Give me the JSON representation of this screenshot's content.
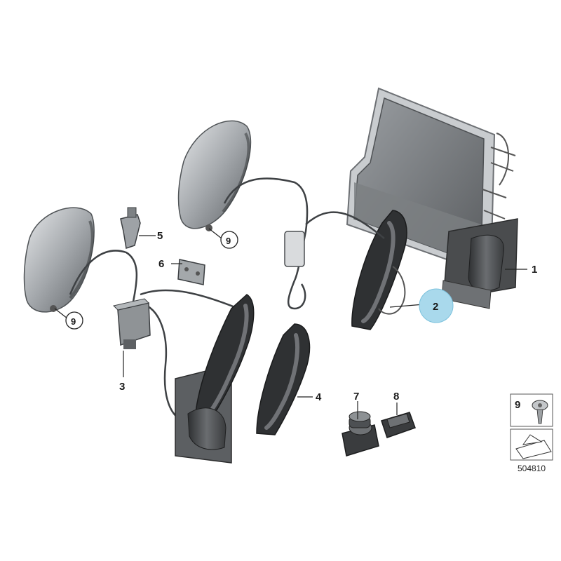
{
  "callouts": [
    {
      "id": "1",
      "label": "1"
    },
    {
      "id": "2",
      "label": "2"
    },
    {
      "id": "3",
      "label": "3"
    },
    {
      "id": "4",
      "label": "4"
    },
    {
      "id": "5",
      "label": "5"
    },
    {
      "id": "6",
      "label": "6"
    },
    {
      "id": "7",
      "label": "7"
    },
    {
      "id": "8",
      "label": "8"
    },
    {
      "id": "9a",
      "label": "9"
    },
    {
      "id": "9b",
      "label": "9"
    }
  ],
  "legend": {
    "item_label": "9"
  },
  "diagram_code": "504810",
  "highlight": {
    "callout": "2",
    "color": "#a9d9ec"
  }
}
